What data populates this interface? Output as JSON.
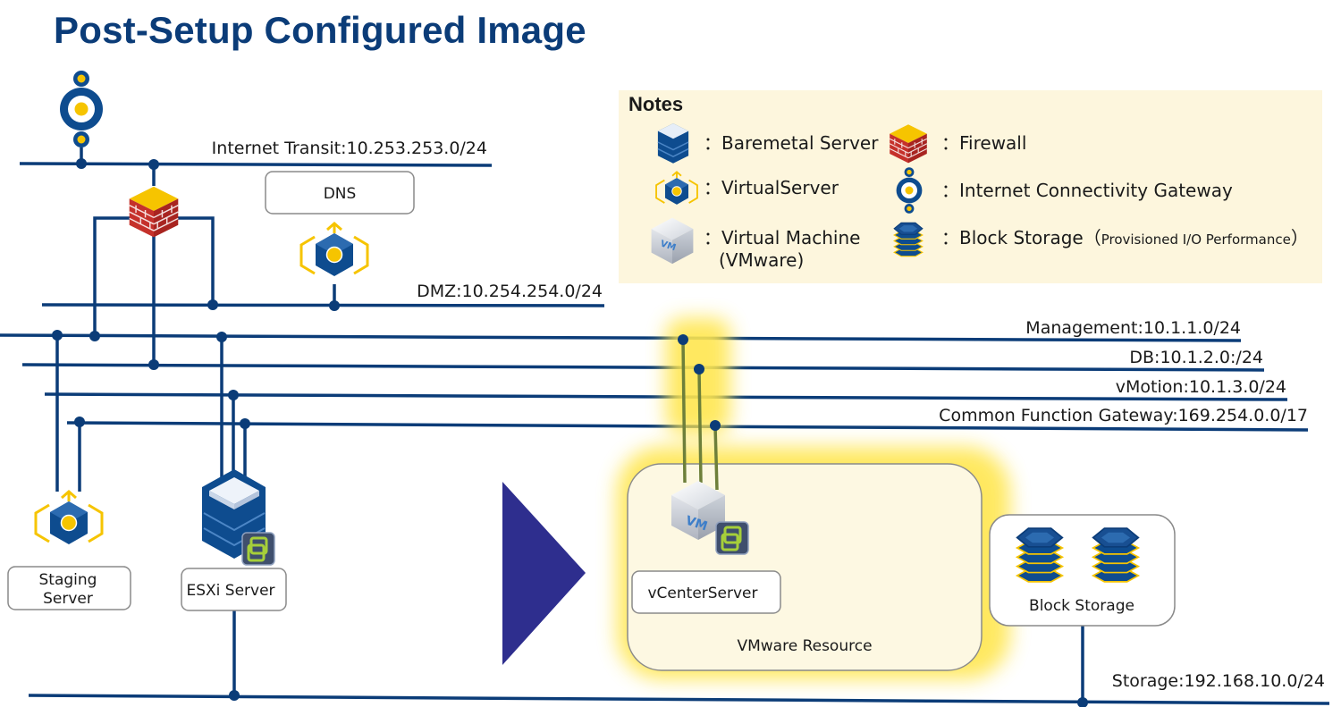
{
  "title": "Post-Setup Configured Image",
  "networks": {
    "internet_transit": "Internet Transit:10.253.253.0/24",
    "dmz": "DMZ:10.254.254.0/24",
    "management": "Management:10.1.1.0/24",
    "db": "DB:10.1.2.0:/24",
    "vmotion": "vMotion:10.1.3.0/24",
    "common_function_gateway": "Common Function Gateway:169.254.0.0/17",
    "storage": "Storage:192.168.10.0/24"
  },
  "boxes": {
    "dns": "DNS",
    "staging_server_line1": "Staging",
    "staging_server_line2": "Server",
    "esxi_server": "ESXi Server",
    "vcenter_server": "vCenterServer",
    "vmware_resource": "VMware Resource",
    "block_storage": "Block Storage"
  },
  "notes": {
    "heading": "Notes",
    "baremetal": "：Baremetal Server",
    "firewall": "：Firewall",
    "virtual_server": "：VirtualServer",
    "gateway": "：Internet Connectivity Gateway",
    "vm_line1": "：Virtual Machine",
    "vm_line2": "(VMware)",
    "block_storage_main": "：Block Storage（",
    "block_storage_small": "Provisioned I/O Performance",
    "block_storage_close": "）"
  },
  "icon_text": {
    "vm": "VM"
  },
  "colors": {
    "title": "#0b3c78",
    "network_line": "#0b3c78",
    "icon_blue": "#0e4c8f",
    "accent_yellow": "#f6c400",
    "highlight_glow": "#ffe650",
    "notes_bg": "#fdf6dd",
    "arrow": "#2e2e8e",
    "firewall_red": "#c5312b"
  }
}
